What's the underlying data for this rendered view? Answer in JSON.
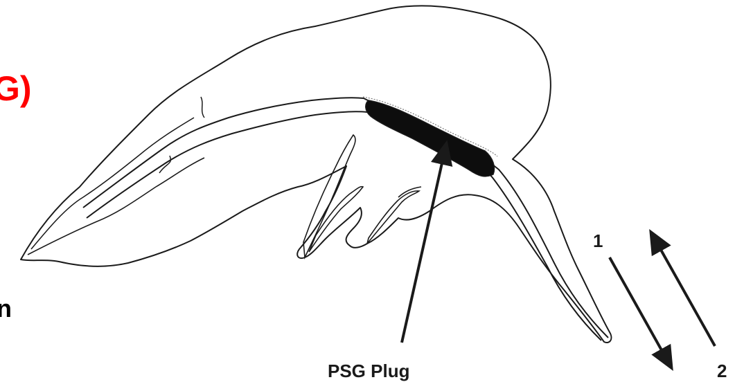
{
  "left_edge_text": {
    "red_fragment": "G)",
    "black_fragment": "n",
    "red_color": "#ff0000"
  },
  "diagram": {
    "plug_label": "PSG Plug",
    "arrow_1_label": "1",
    "arrow_2_label": "2",
    "line_color": "#1a1a1a",
    "plug_fill": "#0d0d0d"
  }
}
